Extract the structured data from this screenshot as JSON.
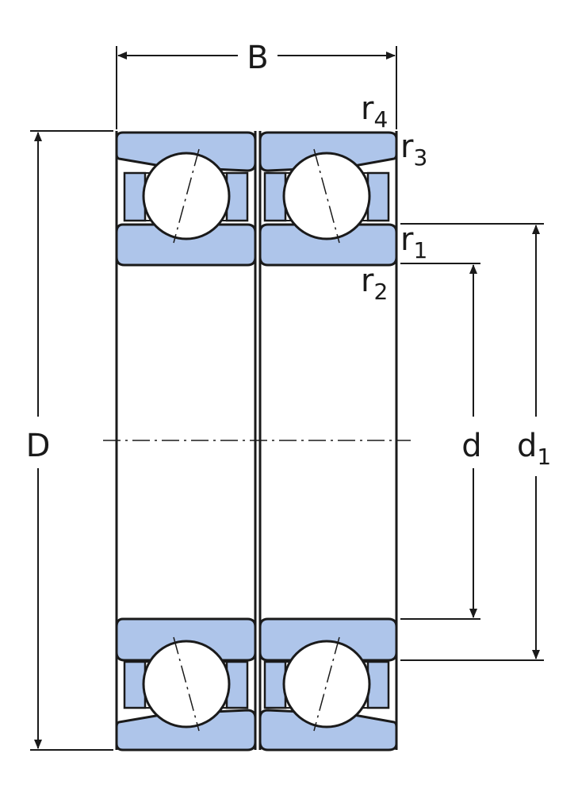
{
  "colors": {
    "ring_fill": "#aec5ea",
    "line": "#1a1a1a"
  },
  "labels": {
    "B": "B",
    "D": "D",
    "d": "d",
    "d1": {
      "base": "d",
      "sub": "1"
    },
    "r1": {
      "base": "r",
      "sub": "1"
    },
    "r2": {
      "base": "r",
      "sub": "2"
    },
    "r3": {
      "base": "r",
      "sub": "3"
    },
    "r4": {
      "base": "r",
      "sub": "4"
    }
  }
}
